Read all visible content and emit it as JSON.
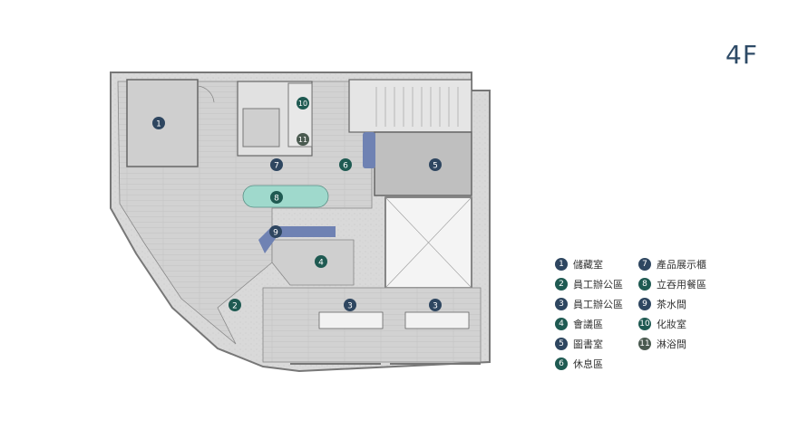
{
  "floor_title": "4F",
  "colors": {
    "navy": "#2e4660",
    "teal": "#1f5a52",
    "olive": "#4a5a50",
    "accent_blue": "#6f82b3",
    "accent_mint": "#9fd9cc",
    "floor_fill": "#dcdcdc"
  },
  "markers": [
    "1",
    "2",
    "3",
    "3",
    "4",
    "5",
    "6",
    "7",
    "8",
    "9",
    "10",
    "11"
  ],
  "legend": [
    {
      "num": "1",
      "label": "儲藏室",
      "color": "navy"
    },
    {
      "num": "2",
      "label": "員工辦公區",
      "color": "teal"
    },
    {
      "num": "3",
      "label": "員工辦公區",
      "color": "navy"
    },
    {
      "num": "4",
      "label": "會議區",
      "color": "teal"
    },
    {
      "num": "5",
      "label": "圖書室",
      "color": "navy"
    },
    {
      "num": "6",
      "label": "休息區",
      "color": "teal"
    },
    {
      "num": "7",
      "label": "產品展示櫃",
      "color": "navy"
    },
    {
      "num": "8",
      "label": "立吞用餐區",
      "color": "teal"
    },
    {
      "num": "9",
      "label": "茶水間",
      "color": "navy"
    },
    {
      "num": "10",
      "label": "化妝室",
      "color": "teal"
    },
    {
      "num": "11",
      "label": "淋浴間",
      "color": "olive"
    }
  ]
}
